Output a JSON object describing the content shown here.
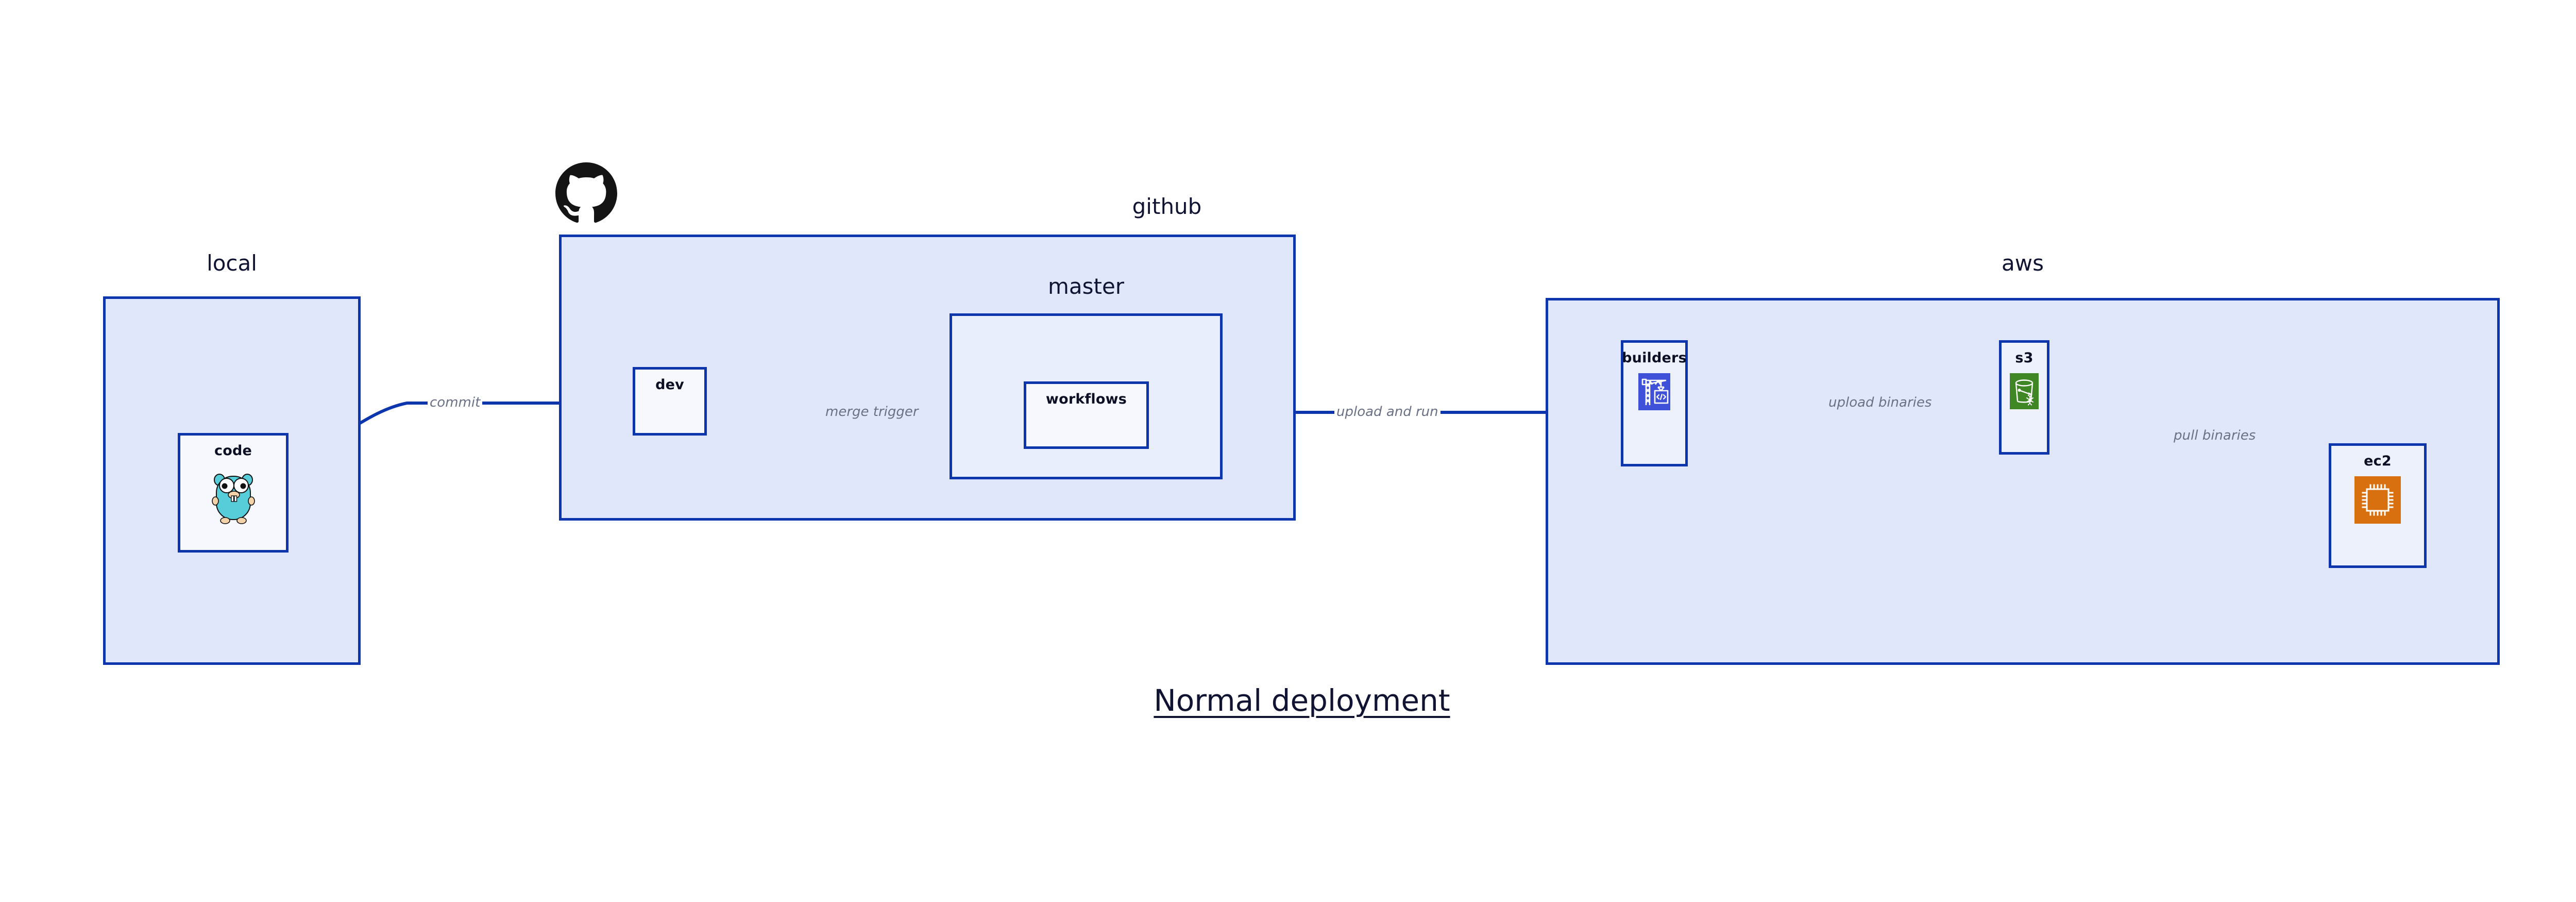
{
  "title": "Normal deployment",
  "colors": {
    "group_fill": "#e1e7fb",
    "inner_fill": "#e9eefc",
    "node_fill": "#edf1fc",
    "border": "#0d36ac",
    "arrow": "#0d36ac",
    "edge_label": "#6a7186",
    "text": "#101432",
    "gopher_cyan": "#56cdd8",
    "builders_blue": "#3f51d8",
    "s3_green": "#3f8624",
    "ec2_orange": "#d9700f",
    "octocat_black": "#141414"
  },
  "groups": [
    {
      "id": "local",
      "label": "local"
    },
    {
      "id": "github",
      "label": "github"
    },
    {
      "id": "master",
      "label": "master"
    },
    {
      "id": "aws",
      "label": "aws"
    }
  ],
  "nodes": [
    {
      "id": "code",
      "label": "code",
      "icon": "go-gopher-icon"
    },
    {
      "id": "dev",
      "label": "dev",
      "icon": "none"
    },
    {
      "id": "workflows",
      "label": "workflows",
      "icon": "none"
    },
    {
      "id": "builders",
      "label": "builders",
      "icon": "aws-builders-crane-icon"
    },
    {
      "id": "s3",
      "label": "s3",
      "icon": "aws-s3-bucket-icon"
    },
    {
      "id": "ec2",
      "label": "ec2",
      "icon": "aws-ec2-chip-icon"
    }
  ],
  "edges": [
    {
      "id": "commit",
      "from": "code",
      "to": "dev",
      "label": "commit"
    },
    {
      "id": "merge-trigger",
      "from": "dev",
      "to": "workflows",
      "label": "merge trigger"
    },
    {
      "id": "upload-and-run",
      "from": "workflows",
      "to": "builders",
      "label": "upload and run"
    },
    {
      "id": "upload-binaries",
      "from": "builders",
      "to": "s3",
      "label": "upload binaries"
    },
    {
      "id": "pull-binaries",
      "from": "s3",
      "to": "ec2",
      "label": "pull binaries"
    }
  ],
  "logos": [
    {
      "id": "github-octocat",
      "name": "github-octocat-logo"
    }
  ]
}
